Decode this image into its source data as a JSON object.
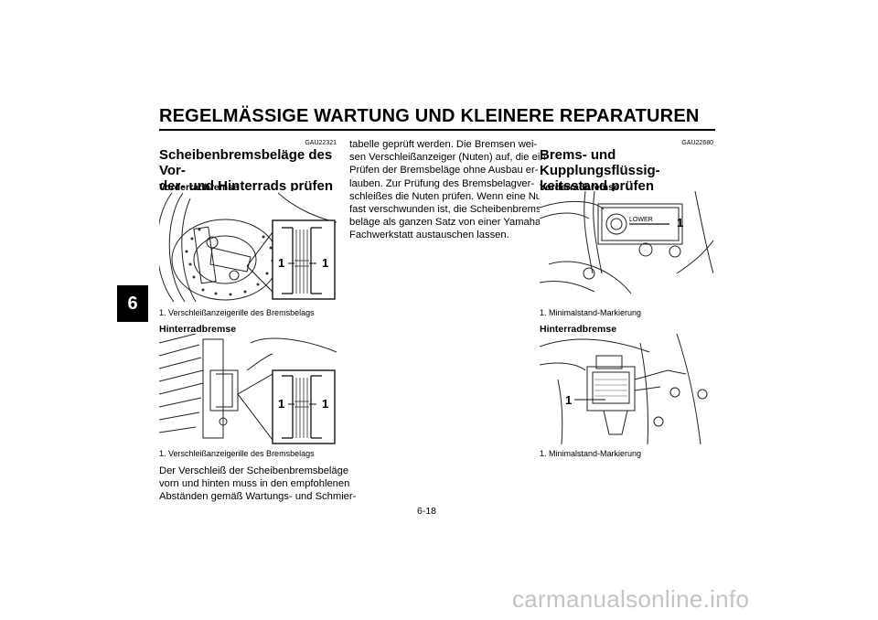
{
  "header": {
    "title": "REGELMÄSSIGE WARTUNG UND KLEINERE REPARATUREN"
  },
  "chapter_tab": "6",
  "left_section": {
    "code": "GAU22321",
    "title_lines": [
      "Scheibenbremsbeläge des Vor-",
      "der- und Hinterrads prüfen"
    ],
    "front": {
      "heading": "Vorderradbremse",
      "callouts": [
        "1",
        "1"
      ],
      "caption": "1.  Verschleißanzeigerille des Bremsbelags"
    },
    "rear": {
      "heading": "Hinterradbremse",
      "callouts": [
        "1",
        "1"
      ],
      "caption": "1.  Verschleißanzeigerille des Bremsbelags"
    },
    "body_lines": [
      "Der Verschleiß der Scheibenbremsbeläge",
      "vorn und hinten muss in den empfohlenen",
      "Abständen gemäß Wartungs- und Schmier-"
    ]
  },
  "middle_column": {
    "body_lines": [
      "tabelle geprüft werden. Die Bremsen wei-",
      "sen Verschleißanzeiger (Nuten) auf, die ein",
      "Prüfen der Bremsbeläge ohne Ausbau er-",
      "lauben. Zur Prüfung des Bremsbelagver-",
      "schleißes die Nuten prüfen. Wenn eine Nut",
      "fast verschwunden ist, die Scheibenbrems-",
      "beläge als ganzen Satz von einer Yamaha-",
      "Fachwerkstatt austauschen lassen."
    ]
  },
  "right_section": {
    "code": "GAU22680",
    "title_lines": [
      "Brems- und Kupplungsflüssig-",
      "keitsstand prüfen"
    ],
    "front": {
      "heading": "Vorderradbremse",
      "lower_label": "LOWER",
      "callout": "1",
      "caption": "1.  Minimalstand-Markierung"
    },
    "rear": {
      "heading": "Hinterradbremse",
      "callout": "1",
      "caption": "1.  Minimalstand-Markierung"
    }
  },
  "page_number": "6-18",
  "watermark": "carmanualsonline.info"
}
